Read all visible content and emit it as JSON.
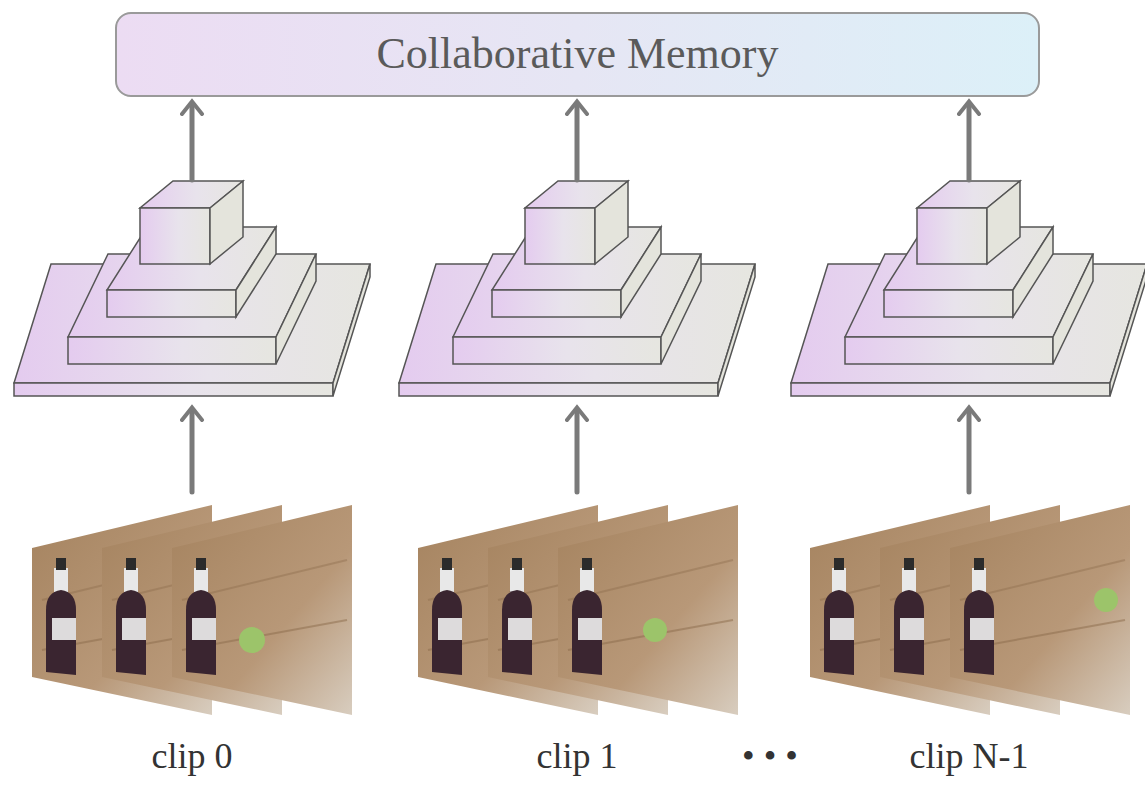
{
  "diagram": {
    "nodes": [
      {
        "text": [
          "Collaborative Memory"
        ]
      }
    ],
    "edges": [],
    "labels": [
      "clip 0",
      "clip 1",
      "• • •",
      "clip N-1"
    ]
  }
}
